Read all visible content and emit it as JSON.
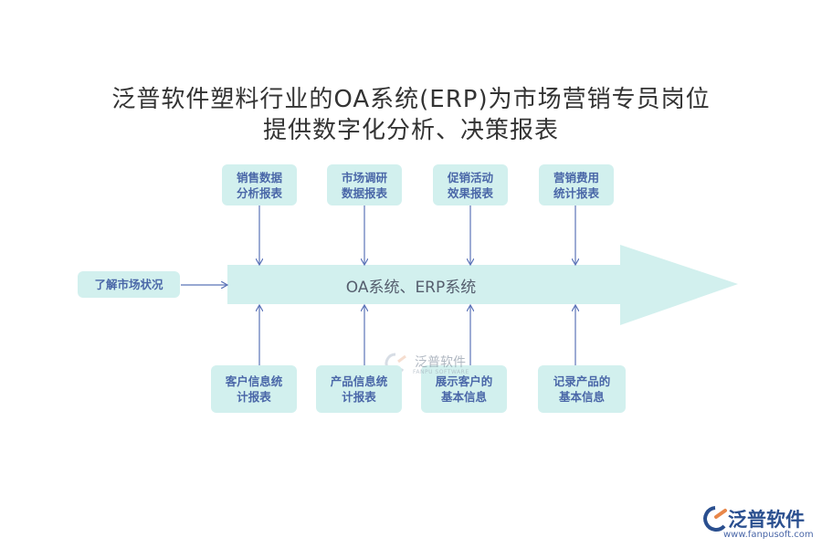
{
  "title": {
    "line1": "泛普软件塑料行业的OA系统(ERP)为市场营销专员岗位",
    "line2": "提供数字化分析、决策报表"
  },
  "main_arrow": {
    "label": "OA系统、ERP系统"
  },
  "input": {
    "label": "了解市场状况"
  },
  "top_boxes": [
    "销售数据\n分析报表",
    "市场调研\n数据报表",
    "促销活动\n效果报表",
    "营销费用\n统计报表"
  ],
  "bottom_boxes": [
    "客户信息统\n计报表",
    "产品信息统\n计报表",
    "展示客户的\n基本信息",
    "记录产品的\n基本信息"
  ],
  "watermark": {
    "text": "泛普软件",
    "sub": "FANPU SOFTWARE"
  },
  "logo": {
    "name": "泛普软件",
    "url": "www.fanpusoft.com"
  },
  "colors": {
    "box_fill": "#d2f0ee",
    "box_text": "#4a67a8",
    "arrow_fill": "#d2f0ee",
    "connector": "#5b73b8",
    "logo": "#2a4f8f"
  }
}
